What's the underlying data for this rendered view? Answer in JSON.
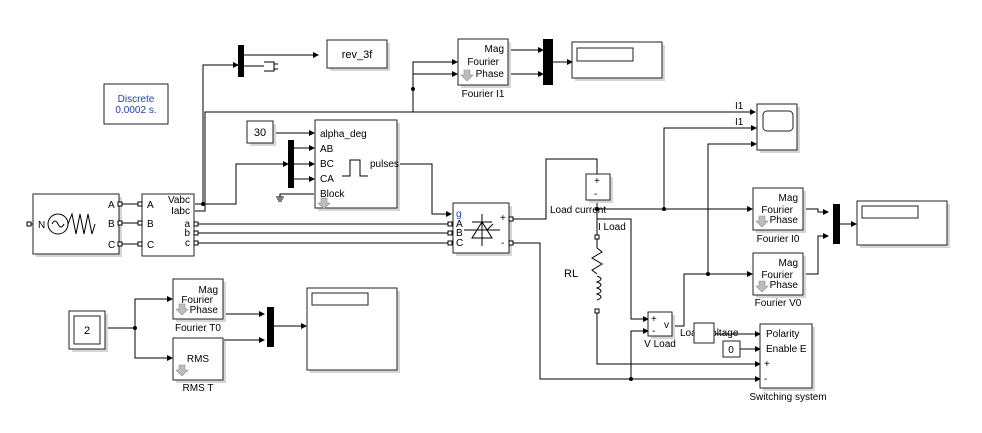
{
  "blocks": {
    "powergui": {
      "line1": "Discrete",
      "line2": "0.0002 s."
    },
    "source": {
      "port_a": "A",
      "port_b": "B",
      "port_c": "C"
    },
    "vmeas": {
      "in_a": "A",
      "in_b": "B",
      "in_c": "C",
      "out1": "Vabc",
      "out2": "Iabc",
      "out3": "a",
      "out4": "b",
      "out5": "c"
    },
    "goto_rev": {
      "label": "rev_3f"
    },
    "const30": {
      "value": "30"
    },
    "pulsegen": {
      "alpha": "alpha_deg",
      "ab": "AB",
      "bc": "BC",
      "ca": "CA",
      "block": "Block",
      "pulses": "pulses"
    },
    "fourier_i1": {
      "mag": "Mag",
      "fourier": "Fourier",
      "phase": "Phase",
      "caption": "Fourier I1"
    },
    "bridge": {
      "g": "g",
      "a": "A",
      "b": "B",
      "c": "C",
      "plus": "+",
      "minus": "-"
    },
    "scope_i1": {
      "label1": "I1",
      "label2": "I1"
    },
    "iload": {
      "plus": "+",
      "minus": "-",
      "label": "I Load",
      "wire_label": "Load current"
    },
    "rl": {
      "label": "RL"
    },
    "fourier_i0": {
      "mag": "Mag",
      "fourier": "Fourier",
      "phase": "Phase",
      "caption": "Fourier I0"
    },
    "fourier_v0": {
      "mag": "Mag",
      "fourier": "Fourier",
      "phase": "Phase",
      "caption": "Fourier V0"
    },
    "const2": {
      "value": "2"
    },
    "fourier_t0": {
      "mag": "Mag",
      "fourier": "Fourier",
      "phase": "Phase",
      "caption": "Fourier T0"
    },
    "rms": {
      "label": "RMS",
      "caption": "RMS T"
    },
    "vload": {
      "plus": "+",
      "minus": "-",
      "v": "v",
      "caption": "V Load",
      "wire_label": "Load Voltage"
    },
    "const0": {
      "value": "0"
    },
    "switching": {
      "polarity": "Polarity",
      "enable": "Enable E",
      "plus": "+",
      "minus": "-",
      "caption": "Switching system"
    }
  }
}
